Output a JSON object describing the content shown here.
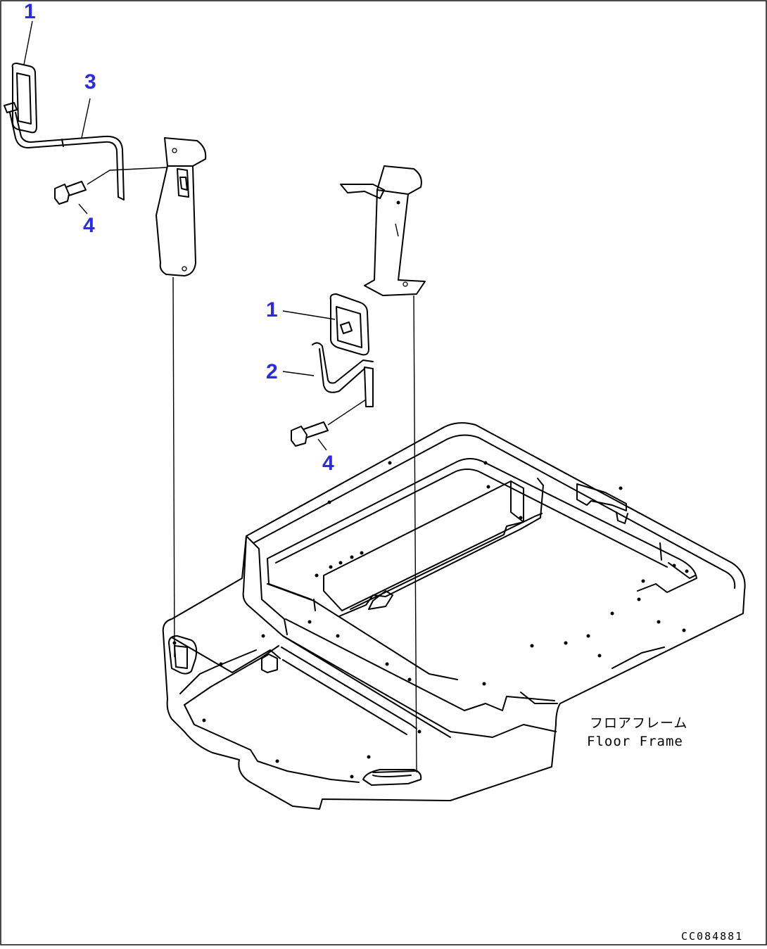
{
  "diagram": {
    "callouts": [
      {
        "id": "c1a",
        "text": "1"
      },
      {
        "id": "c3",
        "text": "3"
      },
      {
        "id": "c4a",
        "text": "4"
      },
      {
        "id": "c1b",
        "text": "1"
      },
      {
        "id": "c2",
        "text": "2"
      },
      {
        "id": "c4b",
        "text": "4"
      }
    ],
    "floor_label": {
      "jp": "フロアフレーム",
      "en": "Floor Frame"
    },
    "drawing_code": "CC084881",
    "colors": {
      "callout": "#2a2ae8",
      "line": "#000000",
      "background": "#ffffff"
    }
  }
}
